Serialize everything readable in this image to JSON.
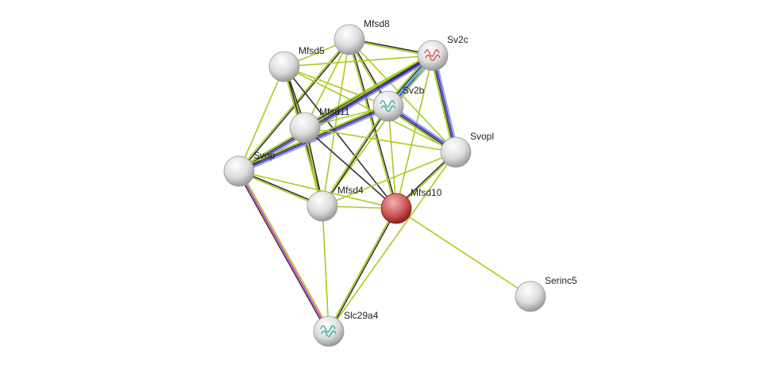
{
  "nodes": [
    {
      "id": "Mfsd8",
      "label": "Mfsd8",
      "color": "#d8d8d8"
    },
    {
      "id": "Mfsd5",
      "label": "Mfsd5",
      "color": "#d8d8d8"
    },
    {
      "id": "Sv2c",
      "label": "Sv2c",
      "color": "#d8d8d8",
      "structure": "protein-structure-red"
    },
    {
      "id": "Sv2b",
      "label": "Sv2b",
      "color": "#d8d8d8",
      "structure": "protein-structure-rainbow"
    },
    {
      "id": "Mfsd11",
      "label": "Mfsd11",
      "color": "#d8d8d8"
    },
    {
      "id": "Svopl",
      "label": "Svopl",
      "color": "#d8d8d8"
    },
    {
      "id": "Svop",
      "label": "Svop",
      "color": "#d8d8d8"
    },
    {
      "id": "Mfsd4",
      "label": "Mfsd4",
      "color": "#d8d8d8"
    },
    {
      "id": "Mfsd10",
      "label": "Mfsd10",
      "color": "#d46a6a",
      "query": true
    },
    {
      "id": "Serinc5",
      "label": "Serinc5",
      "color": "#d8d8d8"
    },
    {
      "id": "Slc29a4",
      "label": "Slc29a4",
      "color": "#d8d8d8",
      "structure": "protein-structure-rainbow"
    }
  ],
  "edge_colors": {
    "green": "#a8cc1c",
    "black": "#333333",
    "blue": "#3333dd",
    "lightblue": "#9999ee",
    "cyan": "#33bbcc",
    "magenta": "#dd22dd"
  },
  "edges": [
    [
      "Mfsd8",
      "Sv2c",
      [
        "black",
        "green"
      ]
    ],
    [
      "Mfsd8",
      "Mfsd5",
      [
        "green"
      ]
    ],
    [
      "Mfsd8",
      "Sv2b",
      [
        "black",
        "green"
      ]
    ],
    [
      "Mfsd8",
      "Mfsd10",
      [
        "black",
        "green"
      ]
    ],
    [
      "Mfsd8",
      "Svop",
      [
        "black",
        "green"
      ]
    ],
    [
      "Mfsd8",
      "Mfsd4",
      [
        "green"
      ]
    ],
    [
      "Mfsd8",
      "Svopl",
      [
        "green"
      ]
    ],
    [
      "Mfsd8",
      "Mfsd11",
      [
        "green"
      ]
    ],
    [
      "Mfsd5",
      "Sv2c",
      [
        "green"
      ]
    ],
    [
      "Mfsd5",
      "Mfsd11",
      [
        "black",
        "green"
      ]
    ],
    [
      "Mfsd5",
      "Mfsd4",
      [
        "black",
        "green"
      ]
    ],
    [
      "Mfsd5",
      "Mfsd10",
      [
        "black"
      ]
    ],
    [
      "Mfsd5",
      "Svopl",
      [
        "green"
      ]
    ],
    [
      "Mfsd5",
      "Sv2b",
      [
        "green"
      ]
    ],
    [
      "Mfsd5",
      "Svop",
      [
        "green"
      ]
    ],
    [
      "Sv2c",
      "Sv2b",
      [
        "lightblue",
        "blue",
        "cyan",
        "black",
        "green"
      ]
    ],
    [
      "Sv2c",
      "Mfsd11",
      [
        "lightblue",
        "blue",
        "black",
        "green"
      ]
    ],
    [
      "Sv2c",
      "Svop",
      [
        "lightblue",
        "blue",
        "black",
        "green"
      ]
    ],
    [
      "Sv2c",
      "Svopl",
      [
        "lightblue",
        "blue",
        "black",
        "green"
      ]
    ],
    [
      "Sv2c",
      "Mfsd10",
      [
        "green"
      ]
    ],
    [
      "Sv2c",
      "Mfsd4",
      [
        "green"
      ]
    ],
    [
      "Sv2b",
      "Mfsd11",
      [
        "green"
      ]
    ],
    [
      "Sv2b",
      "Svop",
      [
        "lightblue",
        "blue",
        "black",
        "green"
      ]
    ],
    [
      "Sv2b",
      "Svopl",
      [
        "lightblue",
        "blue",
        "black",
        "green"
      ]
    ],
    [
      "Sv2b",
      "Mfsd4",
      [
        "black",
        "green"
      ]
    ],
    [
      "Sv2b",
      "Mfsd10",
      [
        "green"
      ]
    ],
    [
      "Mfsd11",
      "Mfsd4",
      [
        "black",
        "green"
      ]
    ],
    [
      "Mfsd11",
      "Mfsd10",
      [
        "black"
      ]
    ],
    [
      "Mfsd11",
      "Svopl",
      [
        "green"
      ]
    ],
    [
      "Svop",
      "Mfsd4",
      [
        "black",
        "green"
      ]
    ],
    [
      "Svop",
      "Mfsd10",
      [
        "green"
      ]
    ],
    [
      "Svop",
      "Slc29a4",
      [
        "green",
        "magenta",
        "black"
      ]
    ],
    [
      "Mfsd4",
      "Mfsd10",
      [
        "green"
      ]
    ],
    [
      "Mfsd4",
      "Svopl",
      [
        "green"
      ]
    ],
    [
      "Mfsd4",
      "Slc29a4",
      [
        "green"
      ]
    ],
    [
      "Mfsd10",
      "Svopl",
      [
        "black",
        "green"
      ]
    ],
    [
      "Mfsd10",
      "Serinc5",
      [
        "green"
      ]
    ],
    [
      "Mfsd10",
      "Slc29a4",
      [
        "black",
        "green"
      ]
    ],
    [
      "Svopl",
      "Slc29a4",
      [
        "green"
      ]
    ]
  ]
}
